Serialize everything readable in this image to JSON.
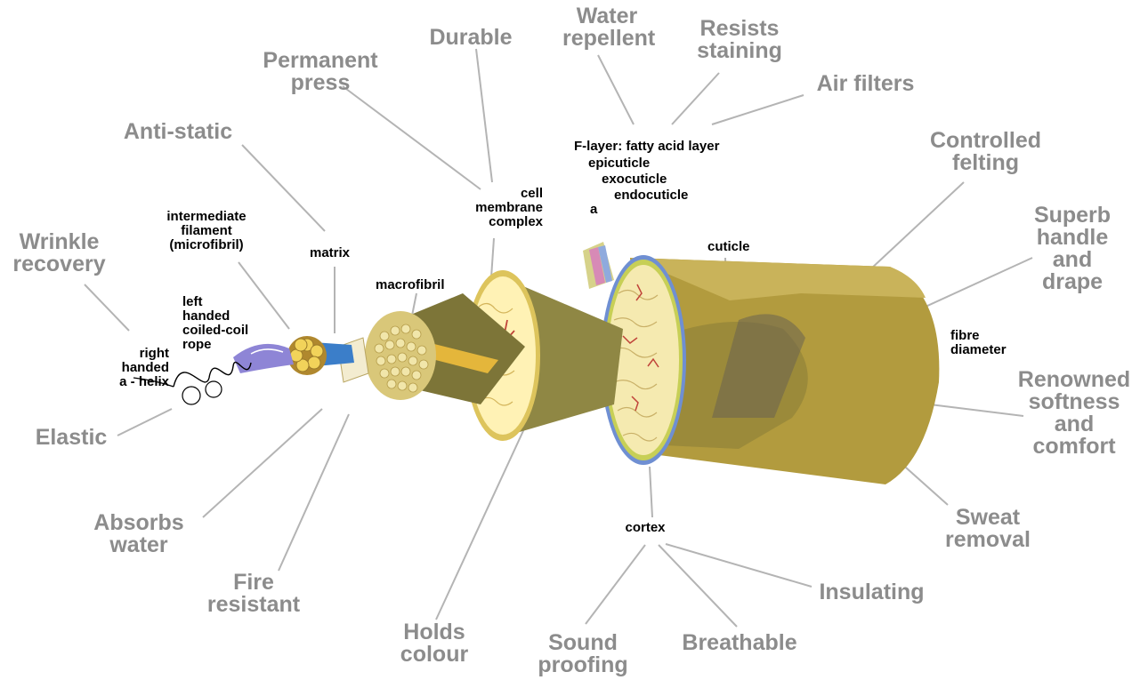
{
  "benefits": {
    "water_repellent": "Water\nrepellent",
    "resists_staining": "Resists\nstaining",
    "durable": "Durable",
    "permanent_press": "Permanent\npress",
    "air_filters": "Air filters",
    "anti_static": "Anti-static",
    "controlled_felting": "Controlled\nfelting",
    "superb_handle": "Superb\nhandle\nand\ndrape",
    "wrinkle_recovery": "Wrinkle\nrecovery",
    "renowned_softness": "Renowned\nsoftness\nand\ncomfort",
    "elastic": "Elastic",
    "absorbs_water": "Absorbs\nwater",
    "fire_resistant": "Fire\nresistant",
    "holds_colour": "Holds\ncolour",
    "sound_proofing": "Sound\nproofing",
    "breathable": "Breathable",
    "insulating": "Insulating",
    "sweat_removal": "Sweat\nremoval"
  },
  "structures": {
    "f_layer": "F-layer: fatty acid layer",
    "epicuticle": "epicuticle",
    "exocuticle": "exocuticle",
    "endocuticle": "endocuticle",
    "a_layer": "a",
    "cell_membrane": "cell\nmembrane\ncomplex",
    "intermediate_filament": "intermediate\nfilament\n(microfibril)",
    "matrix": "matrix",
    "macrofibril": "macrofibril",
    "cuticle": "cuticle",
    "left_handed": "left\nhanded\ncoiled-coil\nrope",
    "right_handed": "right\nhanded\na - helix",
    "fibre_diameter": "fibre\ndiameter",
    "cortex": "cortex"
  }
}
